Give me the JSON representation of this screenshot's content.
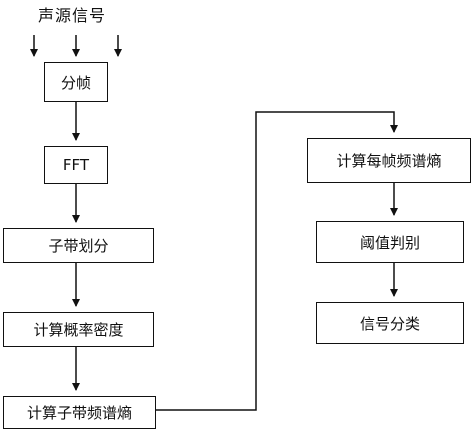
{
  "diagram": {
    "source_label": "声源信号",
    "nodes": {
      "framing": "分帧",
      "fft": "FFT",
      "subband": "子带划分",
      "density": "计算概率密度",
      "subband_entropy": "计算子带频谱熵",
      "frame_entropy": "计算每帧频谱熵",
      "threshold": "阈值判别",
      "classify": "信号分类"
    }
  }
}
